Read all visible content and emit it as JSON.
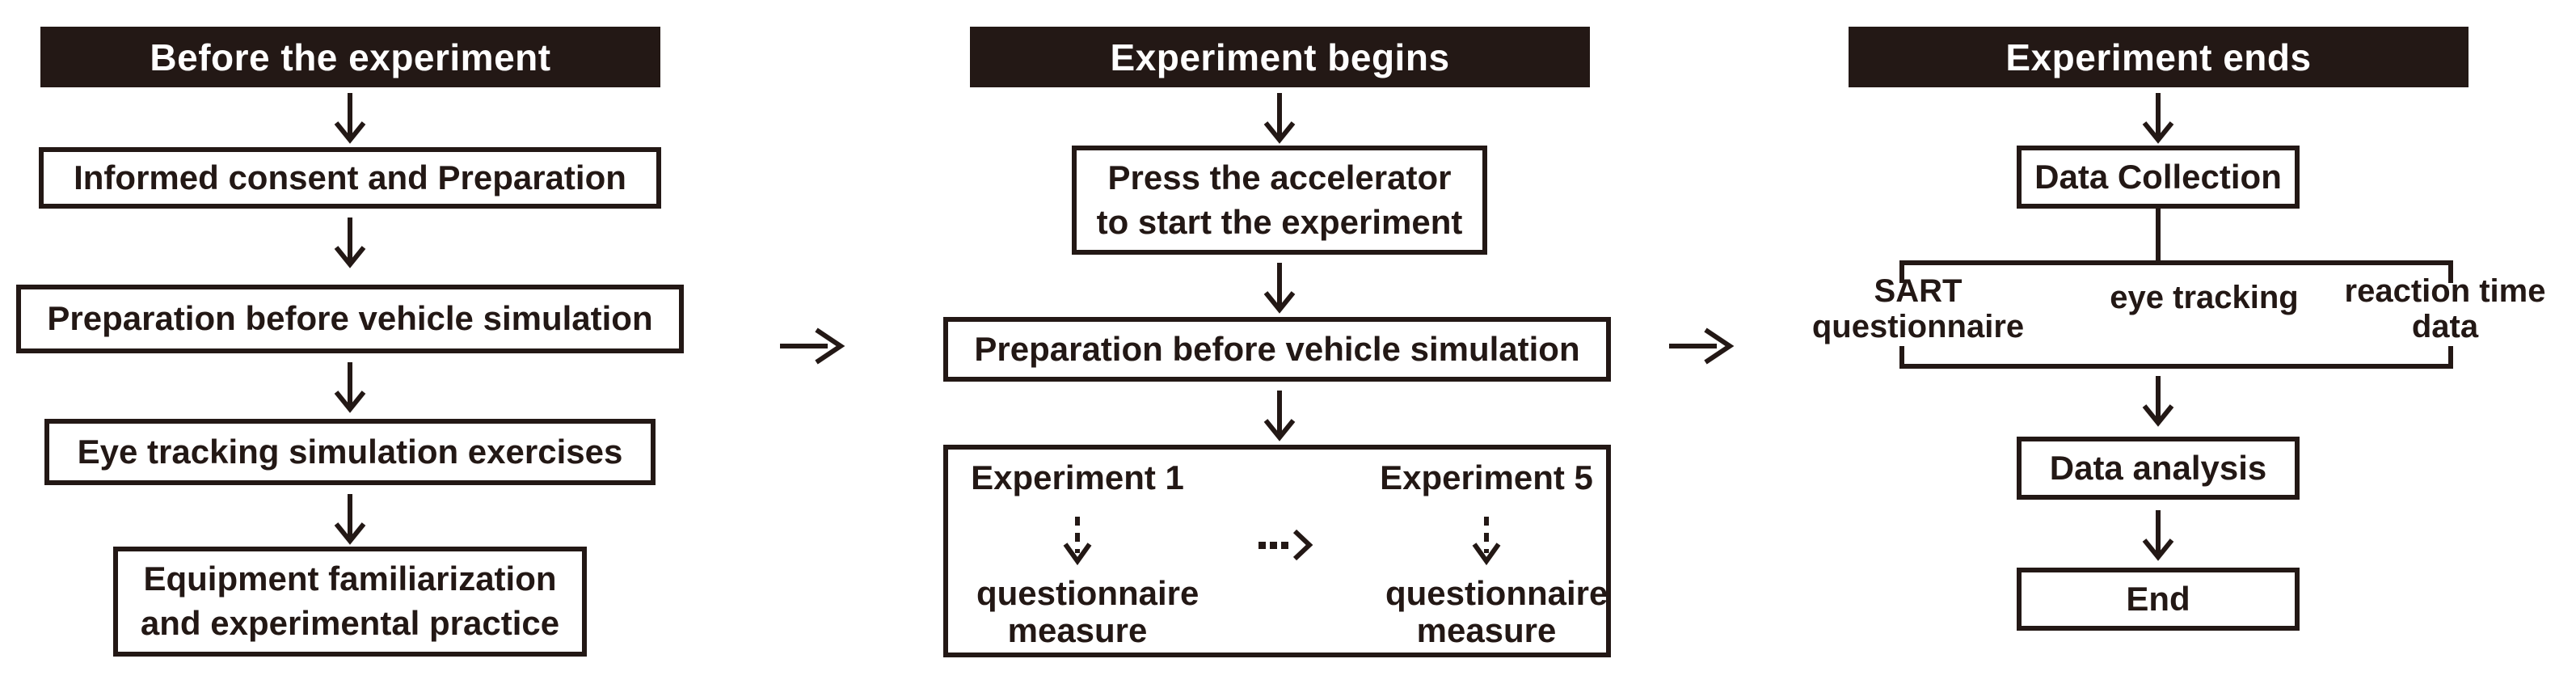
{
  "palette": {
    "ink": "#231815",
    "paper": "#ffffff",
    "header_text": "#ffffff"
  },
  "col1": {
    "header": "Before the experiment",
    "box1": "Informed consent and Preparation",
    "box2": "Preparation before vehicle simulation",
    "box3": "Eye tracking simulation exercises",
    "box4": {
      "line1": "Equipment familiarization",
      "line2": "and experimental practice"
    }
  },
  "col2": {
    "header": "Experiment begins",
    "box1": {
      "line1": "Press the accelerator",
      "line2": "to start the experiment"
    },
    "box2": "Preparation before vehicle simulation",
    "experiments": {
      "first": {
        "title": "Experiment 1",
        "caption_line1": "questionnaire",
        "caption_line2": "measure"
      },
      "last": {
        "title": "Experiment 5",
        "caption_line1": "questionnaire",
        "caption_line2": "measure"
      }
    }
  },
  "col3": {
    "header": "Experiment ends",
    "box1": "Data Collection",
    "sources": {
      "sart": {
        "line1": "SART",
        "line2": "questionnaire"
      },
      "eye": "eye tracking",
      "reaction": {
        "line1": "reaction time",
        "line2": "data"
      }
    },
    "box2": "Data analysis",
    "box3": "End"
  }
}
